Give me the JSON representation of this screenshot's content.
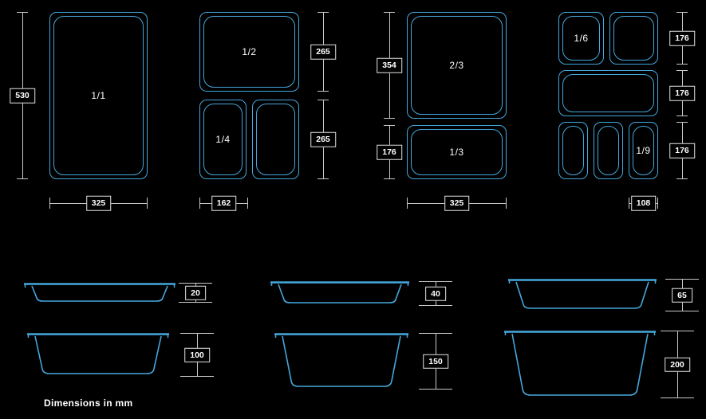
{
  "colors": {
    "background": "#000000",
    "pan_outline": "#45a7dc",
    "dimension_line": "#c9c9c9",
    "label_border": "#e4e4e4",
    "text": "#ffffff"
  },
  "footer": {
    "note": "Dimensions in mm"
  },
  "plan_views": {
    "gn_1_1": {
      "pan_label": "1/1",
      "height_mm": "530",
      "width_mm": "325"
    },
    "gn_half_group": {
      "half_label": "1/2",
      "quarter_label": "1/4",
      "top_height_mm": "265",
      "bottom_height_mm": "265",
      "quarter_width_mm": "162"
    },
    "gn_thirds_group": {
      "two_thirds_label": "2/3",
      "third_label": "1/3",
      "two_thirds_height_mm": "354",
      "third_height_mm": "176",
      "width_mm": "325"
    },
    "gn_small_group": {
      "sixth_label": "1/6",
      "ninth_label": "1/9",
      "row1_height_mm": "176",
      "row2_height_mm": "176",
      "row3_height_mm": "176",
      "ninth_width_mm": "108"
    }
  },
  "side_views": {
    "shallow": [
      {
        "depth_mm": "20"
      },
      {
        "depth_mm": "40"
      },
      {
        "depth_mm": "65"
      }
    ],
    "deep": [
      {
        "depth_mm": "100"
      },
      {
        "depth_mm": "150"
      },
      {
        "depth_mm": "200"
      }
    ]
  }
}
